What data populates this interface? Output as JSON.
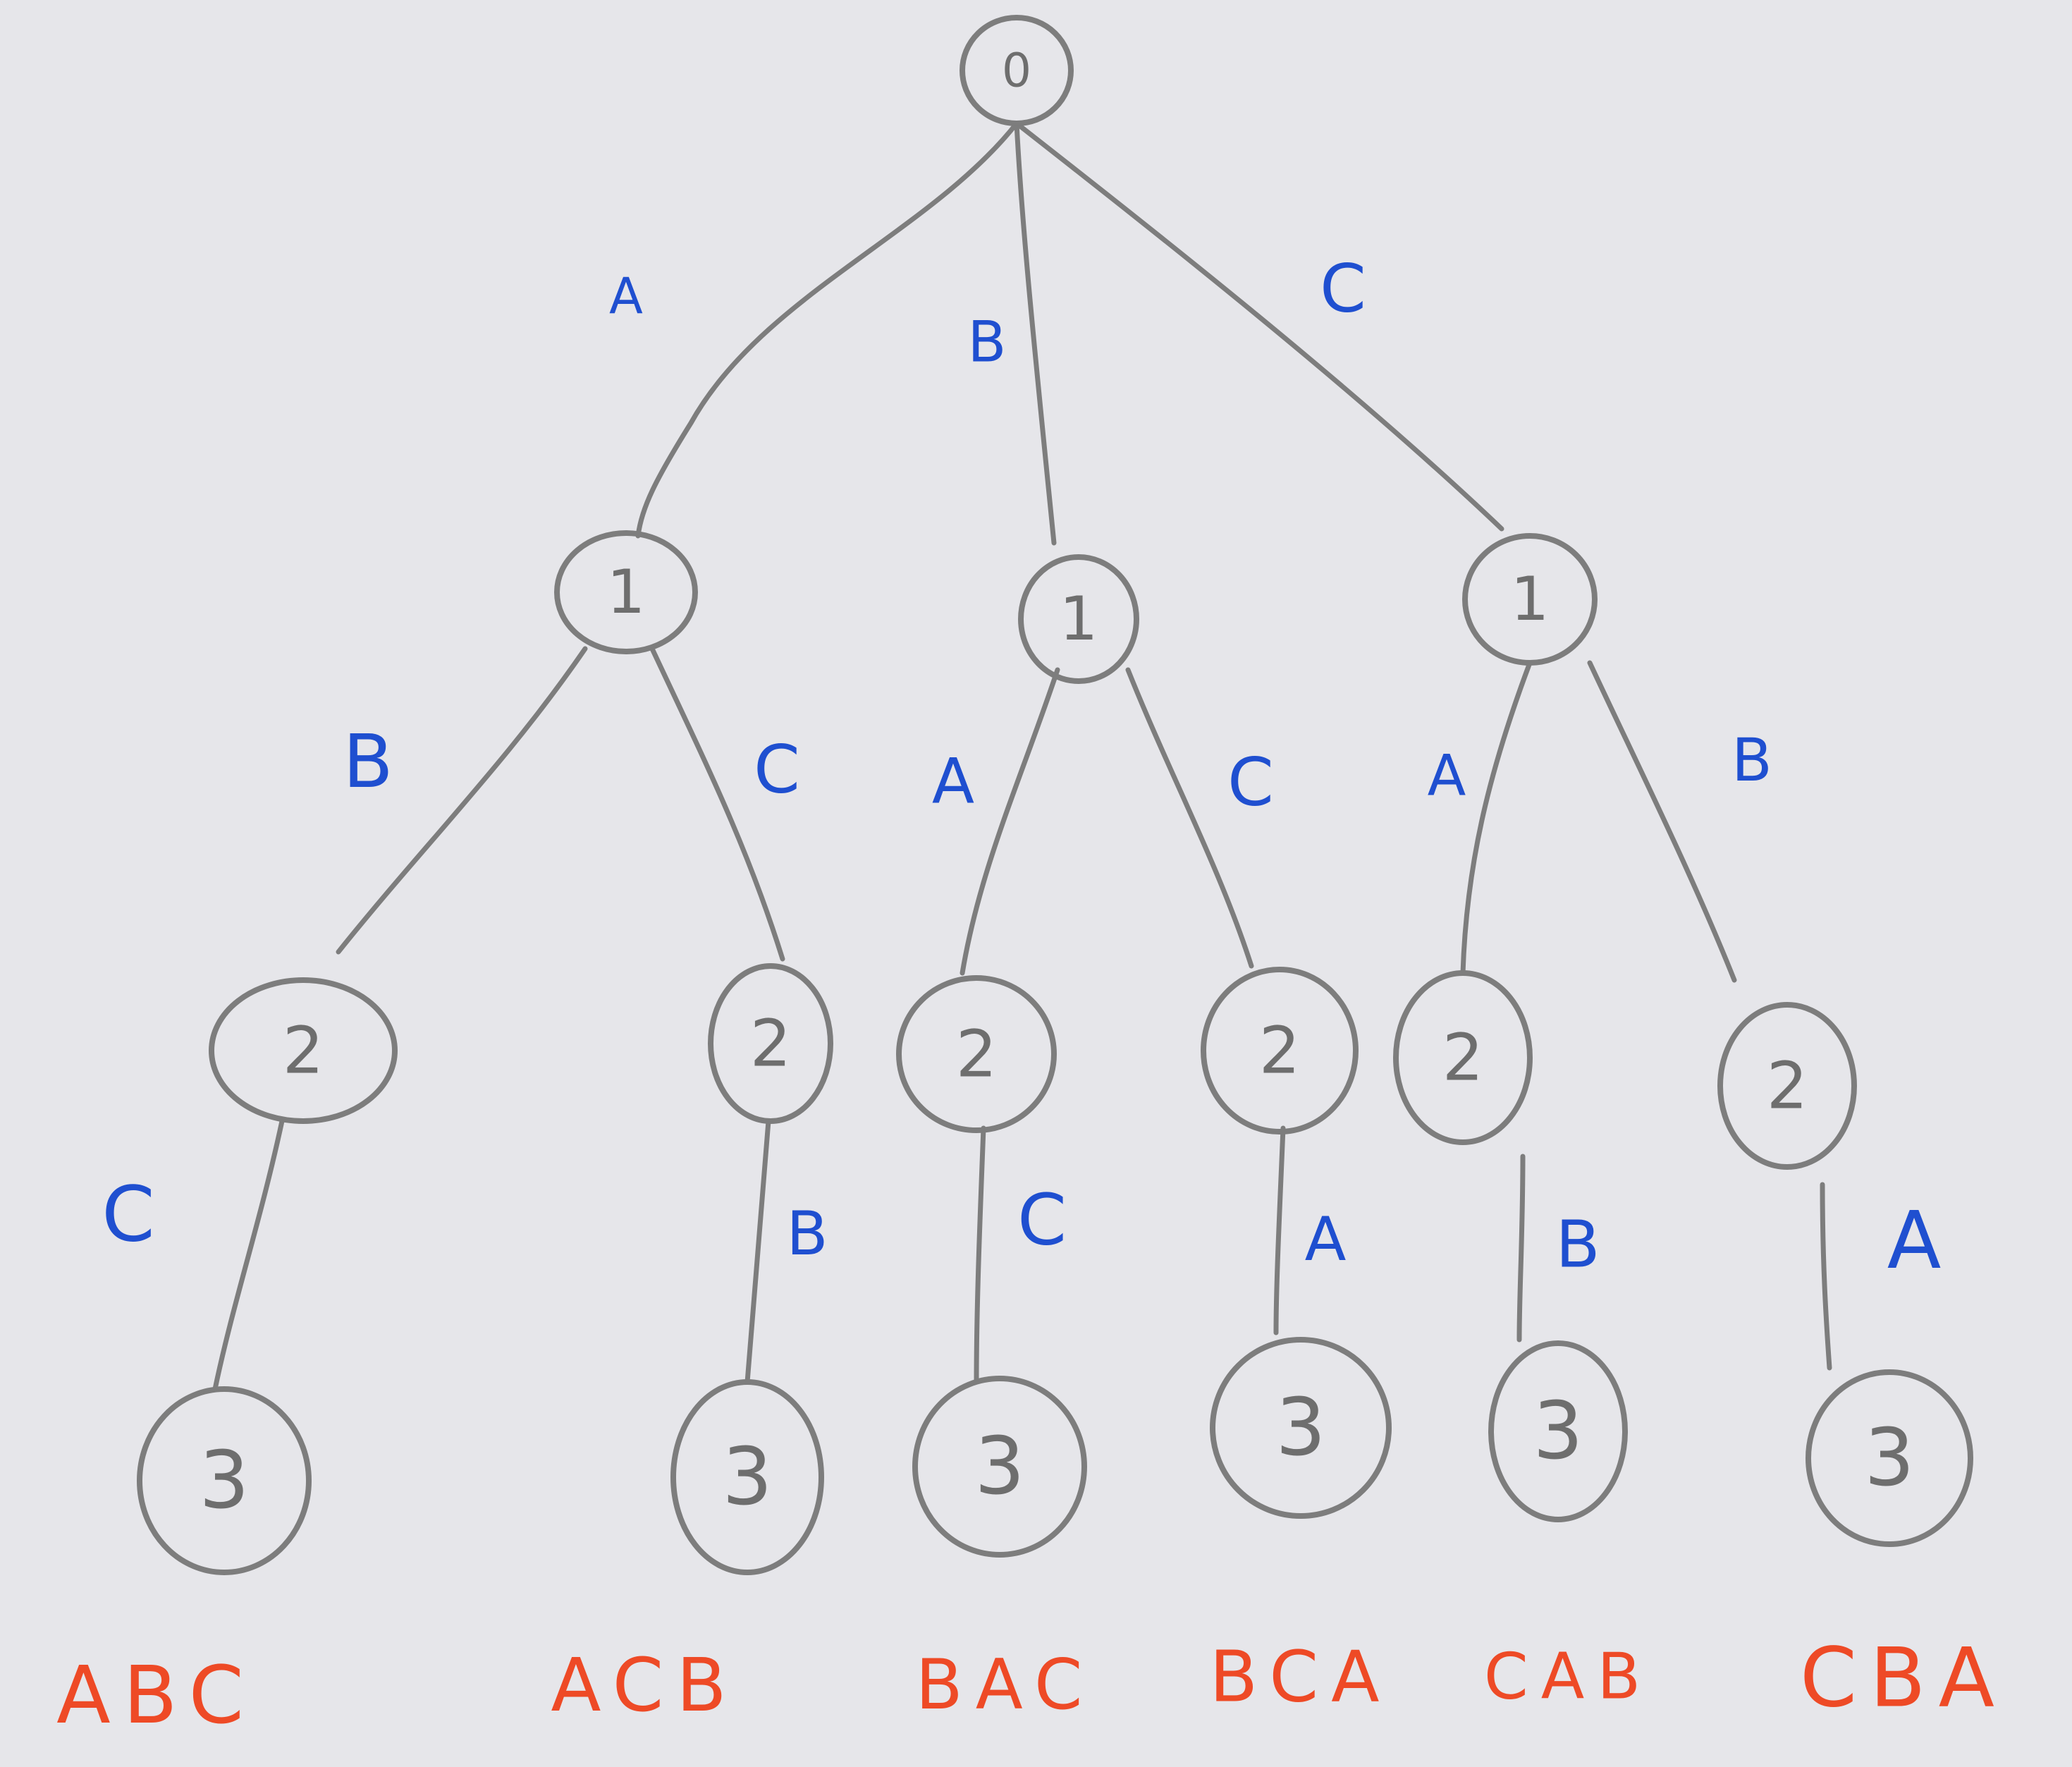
{
  "colors": {
    "paper": "#e6e6ea",
    "pencil": "#7d7d7d",
    "node_text": "#6e6e6e",
    "edge_label": "#1f4fd0",
    "result_label": "#ee4a26"
  },
  "tree": {
    "root": {
      "label": "0"
    },
    "level1": [
      {
        "edge_label": "A",
        "label": "1",
        "children": [
          {
            "edge_label": "B",
            "label": "2",
            "leaf_edge_label": "C",
            "leaf_label": "3",
            "result": "ABC"
          },
          {
            "edge_label": "C",
            "label": "2",
            "leaf_edge_label": "B",
            "leaf_label": "3",
            "result": "ACB"
          }
        ]
      },
      {
        "edge_label": "B",
        "label": "1",
        "children": [
          {
            "edge_label": "A",
            "label": "2",
            "leaf_edge_label": "C",
            "leaf_label": "3",
            "result": "BAC"
          },
          {
            "edge_label": "C",
            "label": "2",
            "leaf_edge_label": "A",
            "leaf_label": "3",
            "result": "BCA"
          }
        ]
      },
      {
        "edge_label": "C",
        "label": "1",
        "children": [
          {
            "edge_label": "A",
            "label": "2",
            "leaf_edge_label": "B",
            "leaf_label": "3",
            "result": "CAB"
          },
          {
            "edge_label": "B",
            "label": "2",
            "leaf_edge_label": "A",
            "leaf_label": "3",
            "result": "CBA"
          }
        ]
      }
    ]
  }
}
